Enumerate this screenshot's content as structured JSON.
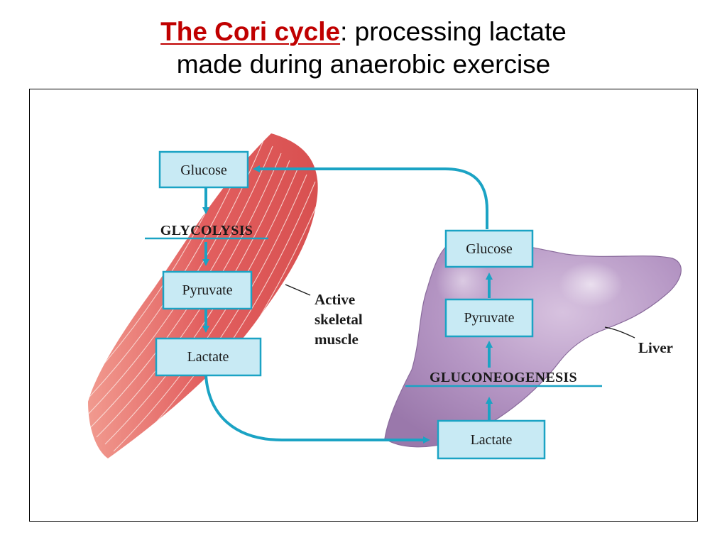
{
  "title": {
    "highlight": "The Cori cycle",
    "separator": ":",
    "rest_line1": " processing lactate",
    "line2": "made during anaerobic exercise"
  },
  "muscle": {
    "label_line1": "Active",
    "label_line2": "skeletal",
    "label_line3": "muscle",
    "glucose": "Glucose",
    "process": "GLYCOLYSIS",
    "pyruvate": "Pyruvate",
    "lactate": "Lactate"
  },
  "liver": {
    "label": "Liver",
    "glucose": "Glucose",
    "pyruvate": "Pyruvate",
    "process": "GLUCONEOGENESIS",
    "lactate": "Lactate"
  },
  "colors": {
    "title_highlight": "#c00000",
    "arrow": "#1ba3c4",
    "box_fill": "#c8eaf4",
    "box_stroke": "#1ba3c4",
    "muscle": "#e56a6a",
    "liver": "#b596c4"
  }
}
